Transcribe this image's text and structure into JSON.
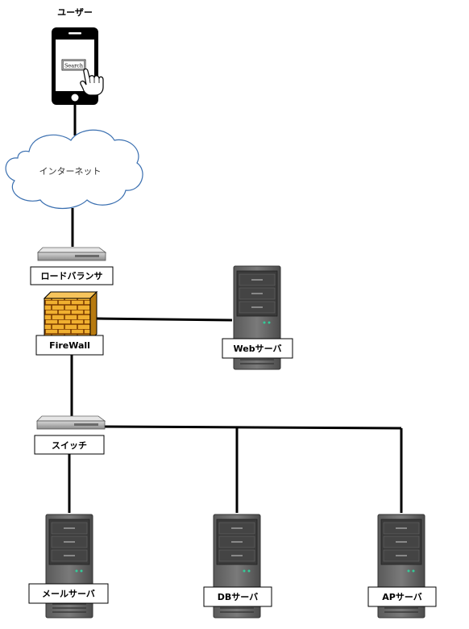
{
  "user": {
    "label": "ユーザー",
    "search_button": "Search"
  },
  "internet": {
    "label": "インターネット"
  },
  "load_balancer": {
    "label": "ロードバランサ"
  },
  "firewall": {
    "label": "FireWall"
  },
  "web_server": {
    "label": "Webサーバ"
  },
  "switch": {
    "label": "スイッチ"
  },
  "mail_server": {
    "label": "メールサーバ"
  },
  "db_server": {
    "label": "DBサーバ"
  },
  "ap_server": {
    "label": "APサーバ"
  }
}
